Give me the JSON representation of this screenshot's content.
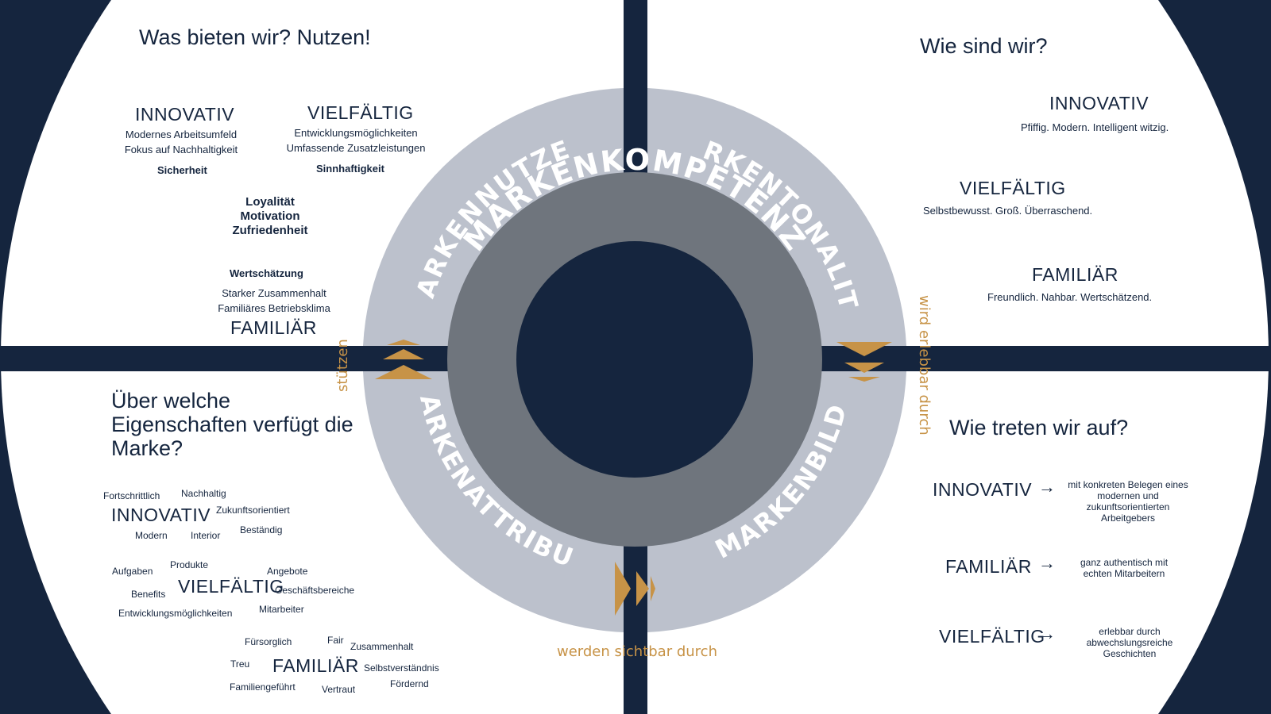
{
  "diagram": {
    "center": {
      "title": "MARKENKOMPETENZ"
    },
    "ring": {
      "top_left": "MARKENNUTZEN",
      "top_right": "MARKENTONALITÄT",
      "bottom_left": "MARKENATTRIBUTE",
      "bottom_right": "MARKENBILD"
    },
    "connectors": {
      "left": "stützen",
      "right": "wird erlebbar durch",
      "bottom": "werden sichtbar durch"
    },
    "colors": {
      "navy": "#15253e",
      "ring_light": "#bcc1cc",
      "ring_dark": "#6f757d",
      "gold": "#c79347",
      "white": "#ffffff"
    }
  },
  "top_left": {
    "question": "Was bieten wir? Nutzen!",
    "innovativ": {
      "title": "INNOVATIV",
      "line1": "Modernes Arbeitsumfeld",
      "line2": "Fokus auf Nachhaltigkeit",
      "bold": "Sicherheit"
    },
    "vielfaeltig": {
      "title": "VIELFÄLTIG",
      "line1": "Entwicklungsmöglichkeiten",
      "line2": "Umfassende Zusatzleistungen",
      "bold": "Sinnhaftigkeit"
    },
    "center_values": {
      "line1": "Loyalität",
      "line2": "Motivation",
      "line3": "Zufriedenheit"
    },
    "familiaer": {
      "bold": "Wertschätzung",
      "line1": "Starker Zusammenhalt",
      "line2": "Familiäres Betriebsklima",
      "title": "FAMILIÄR"
    }
  },
  "top_right": {
    "question": "Wie sind wir?",
    "items": [
      {
        "title": "INNOVATIV",
        "desc": "Pfiffig. Modern. Intelligent witzig."
      },
      {
        "title": "VIELFÄLTIG",
        "desc": "Selbstbewusst. Groß. Überraschend."
      },
      {
        "title": "FAMILIÄR",
        "desc": "Freundlich. Nahbar. Wertschätzend."
      }
    ]
  },
  "bottom_left": {
    "question_line1": "Über welche",
    "question_line2": "Eigenschaften verfügt die",
    "question_line3": "Marke?",
    "innovativ": {
      "title": "INNOVATIV",
      "words": [
        "Fortschrittlich",
        "Nachhaltig",
        "Zukunftsorientiert",
        "Modern",
        "Interior",
        "Beständig"
      ]
    },
    "vielfaeltig": {
      "title": "VIELFÄLTIG",
      "words": [
        "Aufgaben",
        "Produkte",
        "Angebote",
        "Benefits",
        "Geschäftsbereiche",
        "Entwicklungsmöglichkeiten",
        "Mitarbeiter"
      ]
    },
    "familiaer": {
      "title": "FAMILIÄR",
      "words": [
        "Fürsorglich",
        "Fair",
        "Zusammenhalt",
        "Treu",
        "Selbstverständnis",
        "Familiengeführt",
        "Vertraut",
        "Fördernd"
      ]
    }
  },
  "bottom_right": {
    "question": "Wie treten wir auf?",
    "arrow": "→",
    "items": [
      {
        "title": "INNOVATIV",
        "line1": "mit konkreten Belegen eines",
        "line2": "modernen und",
        "line3": "zukunftsorientierten",
        "line4": "Arbeitgebers"
      },
      {
        "title": "FAMILIÄR",
        "line1": "ganz authentisch mit",
        "line2": "echten Mitarbeitern"
      },
      {
        "title": "VIELFÄLTIG",
        "line1": "erlebbar durch",
        "line2": "abwechslungsreiche",
        "line3": "Geschichten"
      }
    ]
  }
}
